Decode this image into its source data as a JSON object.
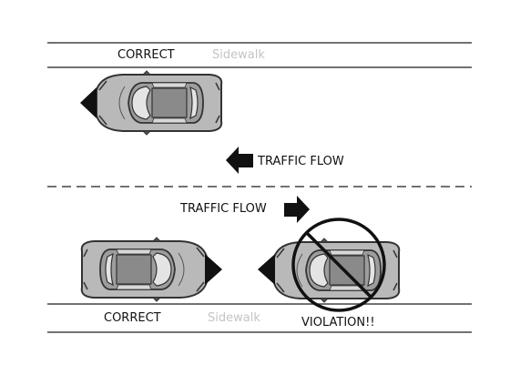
{
  "top_side": {
    "label": "CORRECT",
    "sidewalk": "Sidewalk"
  },
  "upper_flow": {
    "label": "TRAFFIC FLOW",
    "direction": "left"
  },
  "lower_flow": {
    "label": "TRAFFIC FLOW",
    "direction": "right"
  },
  "bottom_side": {
    "label": "CORRECT",
    "sidewalk": "Sidewalk",
    "violation": "VIOLATION!!"
  },
  "colors": {
    "line": "#444444",
    "car_body": "#b8b8b8",
    "car_outline": "#333333",
    "sidewalk_text": "#c4c4c4"
  }
}
